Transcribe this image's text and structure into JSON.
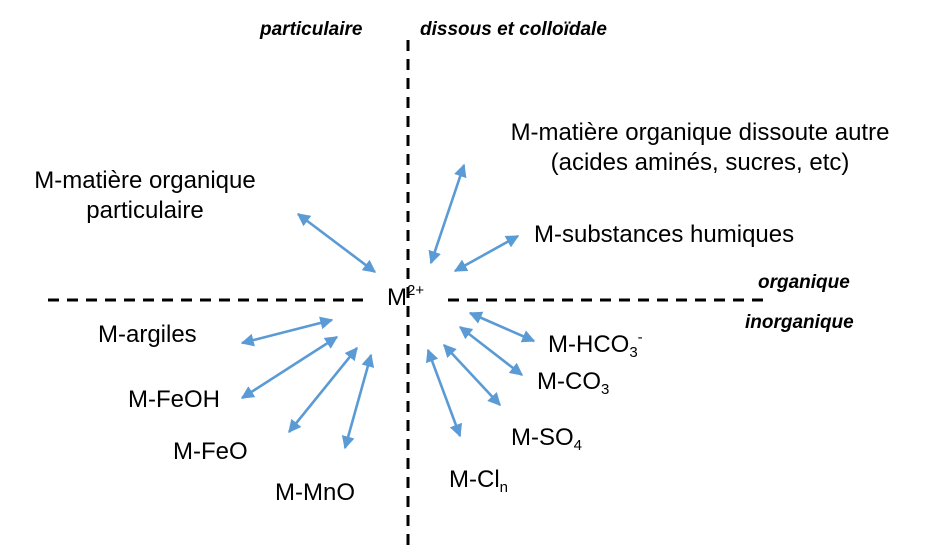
{
  "quadrants": {
    "top_left": "particulaire",
    "top_right": "dissous et colloïdale",
    "right_top": "organique",
    "right_bottom": "inorganique"
  },
  "center": {
    "base": "M",
    "charge": "2+"
  },
  "organic": {
    "dom_other_line1": "M-matière organique dissoute autre",
    "dom_other_line2": "(acides aminés, sucres, etc)",
    "pom_line1": "M-matière organique",
    "pom_line2": "particulaire",
    "humic": "M-substances humiques"
  },
  "particulate_inorganic": {
    "clays": "M-argiles",
    "feoh": "M-FeOH",
    "feo": "M-FeO",
    "mno": "M-MnO"
  },
  "dissolved_inorganic": {
    "hco3": {
      "base": "M-HCO",
      "sub": "3",
      "sup": "-"
    },
    "co3": {
      "base": "M-CO",
      "sub": "3"
    },
    "so4": {
      "base": "M-SO",
      "sub": "4"
    },
    "cln": {
      "base": "M-Cl",
      "sub": "n"
    }
  },
  "colors": {
    "arrow": "#5B9BD5",
    "axis": "#000000",
    "text": "#000000"
  }
}
